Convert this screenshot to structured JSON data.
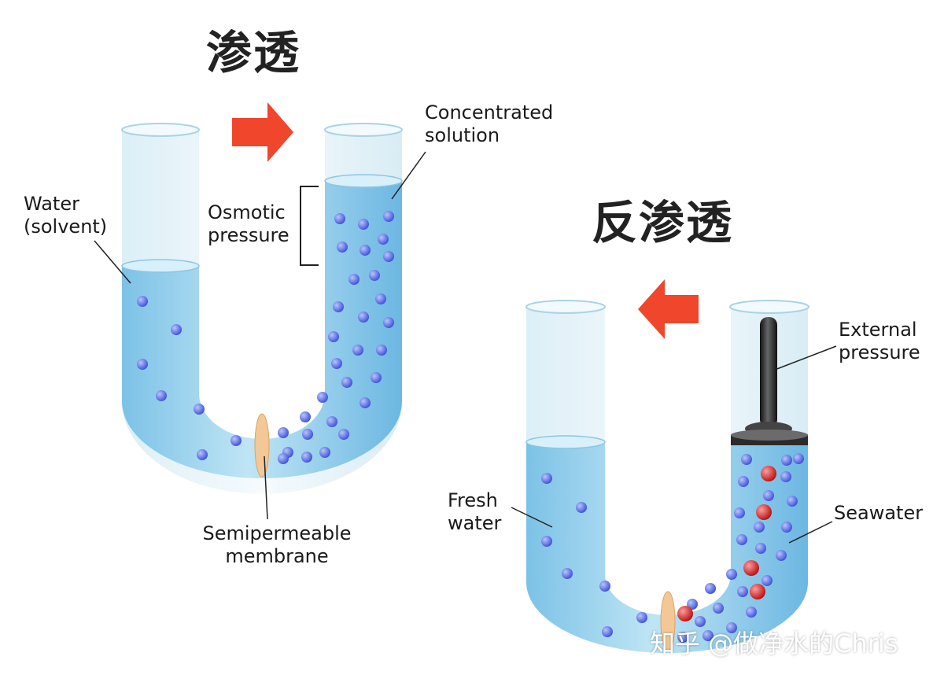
{
  "osmosis": {
    "title": "渗透",
    "labels": {
      "water_solvent": "Water\n(solvent)",
      "osmotic_pressure": "Osmotic\npressure",
      "concentrated_solution": "Concentrated\nsolution",
      "semipermeable_membrane": "Semipermeable\nmembrane"
    }
  },
  "reverse_osmosis": {
    "title": "反渗透",
    "labels": {
      "external_pressure": "External\npressure",
      "fresh_water": "Fresh\nwater",
      "seawater": "Seawater"
    }
  },
  "watermark": "知乎 @做净水的Chris",
  "colors": {
    "arrow": "#f0462c",
    "water": "#9fd6ef",
    "water_dark": "#4aa3d8",
    "solvent_particle": "#4b5fe0",
    "salt_particle": "#d01818",
    "membrane": "#f3c896",
    "piston": "#2b2b2b",
    "tube_glass": "#e4f2f8"
  }
}
